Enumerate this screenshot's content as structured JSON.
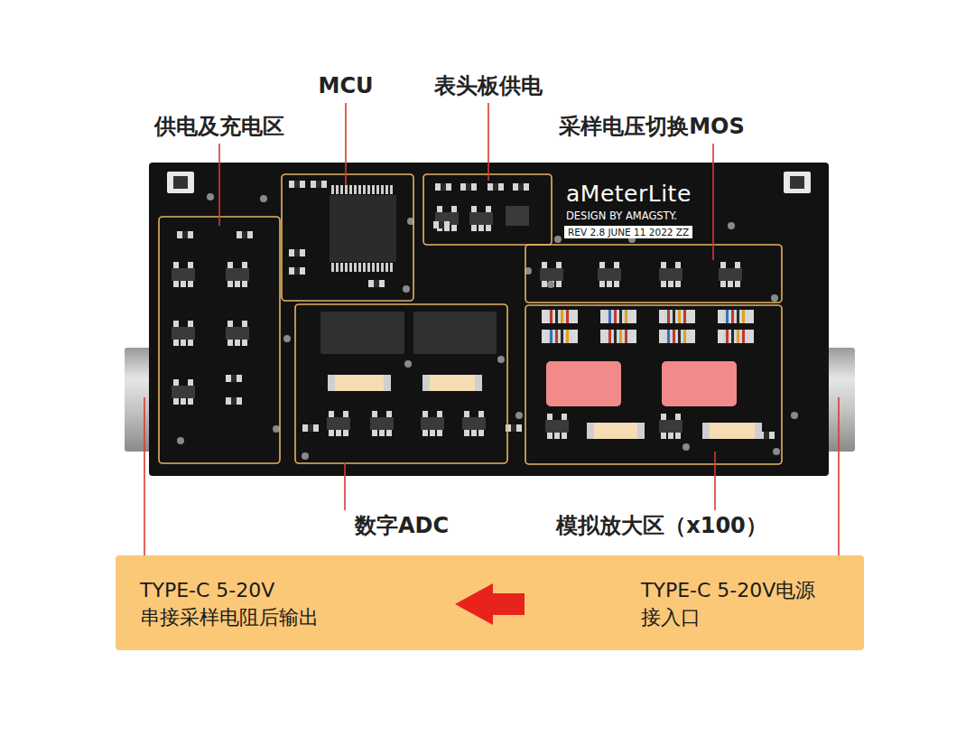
{
  "diagram": {
    "nodes": [
      {
        "text": [
          "aMeterLite",
          "DESIGN BY AMAGSTY.",
          "REV 2.8 JUNE 11 2022 ZZ"
        ]
      },
      {
        "text": [
          "TYPE-C 5-20V 串接采样电阻后输出",
          "TYPE-C 5-20V电源 接入口"
        ]
      }
    ],
    "labels": [
      "MCU",
      "表头板供电",
      "供电及充电区",
      "采样电压切换MOS",
      "数字ADC",
      "模拟放大区（x100）"
    ]
  }
}
